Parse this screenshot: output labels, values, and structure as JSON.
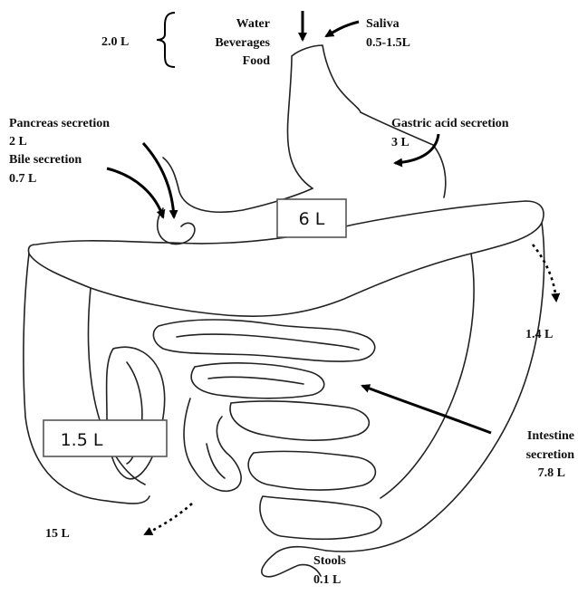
{
  "intake": {
    "total": "2.0 L",
    "items": [
      "Water",
      "Beverages",
      "Food"
    ]
  },
  "saliva": {
    "name": "Saliva",
    "volume": "0.5-1.5L"
  },
  "pancreas": {
    "name": "Pancreas secretion",
    "volume": "2 L"
  },
  "bile": {
    "name": "Bile secretion",
    "volume": "0.7 L"
  },
  "gastric": {
    "name": "Gastric acid secretion",
    "volume": "3 L"
  },
  "boxes": {
    "stomach": "6 L",
    "small_intestine": "1.5 L"
  },
  "colon_absorption": "1.4 L",
  "intestine": {
    "line1": "Intestine",
    "line2": "secretion",
    "volume": "7.8 L"
  },
  "small_intestine_absorption": "15 L",
  "stools": {
    "name": "Stools",
    "volume": "0.1 L"
  }
}
